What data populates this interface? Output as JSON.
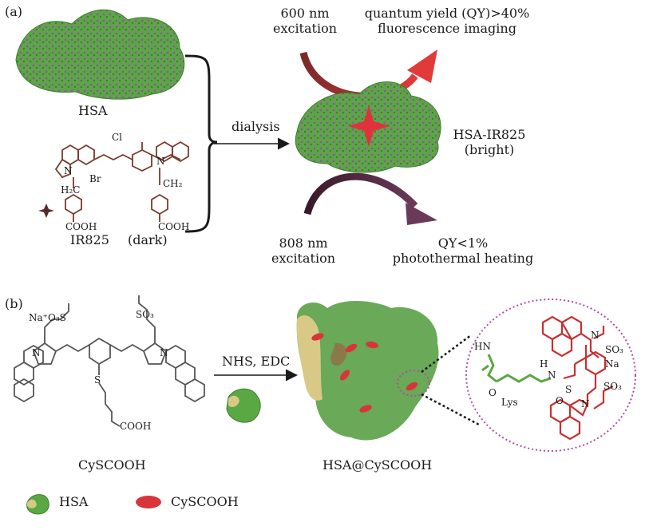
{
  "panel_a": {
    "label": "(a)",
    "hsa_label": "HSA",
    "process_label": "dialysis",
    "complex_name": "HSA-IR825",
    "complex_state": "(bright)",
    "dye_name": "IR825",
    "dye_state": "(dark)",
    "excitation_600_line1": "600 nm",
    "excitation_600_line2": "excitation",
    "output_600_line1": "quantum yield (QY)>40%",
    "output_600_line2": "fluorescence imaging",
    "excitation_808_line1": "808 nm",
    "excitation_808_line2": "excitation",
    "output_808_line1": "QY<1%",
    "output_808_line2": "photothermal heating",
    "chem_labels": {
      "cl": "Cl",
      "n_left": "N",
      "n_right": "N",
      "br": "Br",
      "ch2_left": "H₂C",
      "ch2_right": "CH₂",
      "cooh_left": "COOH",
      "cooh_right": "COOH"
    }
  },
  "panel_b": {
    "label": "(b)",
    "reagent_label": "NHS, EDC",
    "dye_name": "CySCOOH",
    "product_name": "HSA@CySCOOH",
    "chem_labels": {
      "na_so3": "Na⁺O₃S",
      "so3_top": "SO₃",
      "n_left": "N",
      "n_right": "N",
      "s": "S",
      "cooh": "COOH"
    },
    "zoom_labels": {
      "hn": "HN",
      "o_left": "O",
      "lys": "Lys",
      "h": "H",
      "n": "N",
      "s": "S",
      "o_mid": "O",
      "n_top": "N",
      "so3_a": "SO₃",
      "na": "Na",
      "so3_b": "SO₃",
      "n_bottom": "N"
    }
  },
  "legend": {
    "hsa": "HSA",
    "cyscooh": "CySCOOH"
  },
  "colors": {
    "protein_green": "#4f9a3a",
    "protein_purple": "#8a5a9a",
    "helix_yellow": "#d8c987",
    "dye_red": "#d8353a",
    "dark_red_chem": "#7a3a2a",
    "arrow_red": "#c8323a",
    "arrow_purple": "#5a2a4a",
    "dotted_purple": "#b24aa8"
  }
}
